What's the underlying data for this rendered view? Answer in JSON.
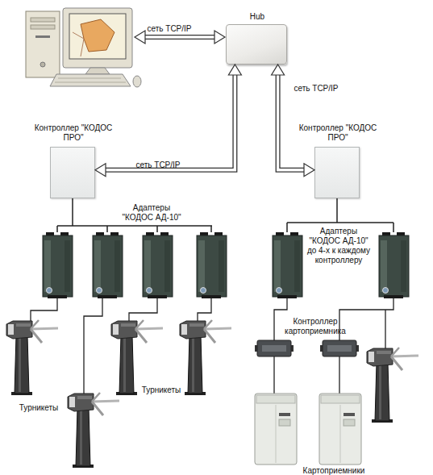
{
  "diagram": {
    "nodes": [
      {
        "text": [
          "Hub"
        ]
      },
      {
        "text": [
          "Контроллер \"КОДОС ПРО\""
        ]
      },
      {
        "text": [
          "Контроллер \"КОДОС ПРО\""
        ]
      }
    ],
    "edges": [
      {
        "from": 0,
        "to": 1,
        "arrow": "both",
        "label": "сеть TCP/IP"
      },
      {
        "from": 0,
        "to": 2,
        "arrow": "both",
        "label": "сеть TCP/IP"
      }
    ],
    "labels": [
      "сеть TCP/IP",
      "Адаптеры \"КОДОС АД-10\"",
      "Адаптеры \"КОДОС АД-10\" до 4-х к каждому контроллеру",
      "Контроллер картоприемника",
      "Турникеты",
      "Турникеты",
      "Картоприемники"
    ]
  }
}
